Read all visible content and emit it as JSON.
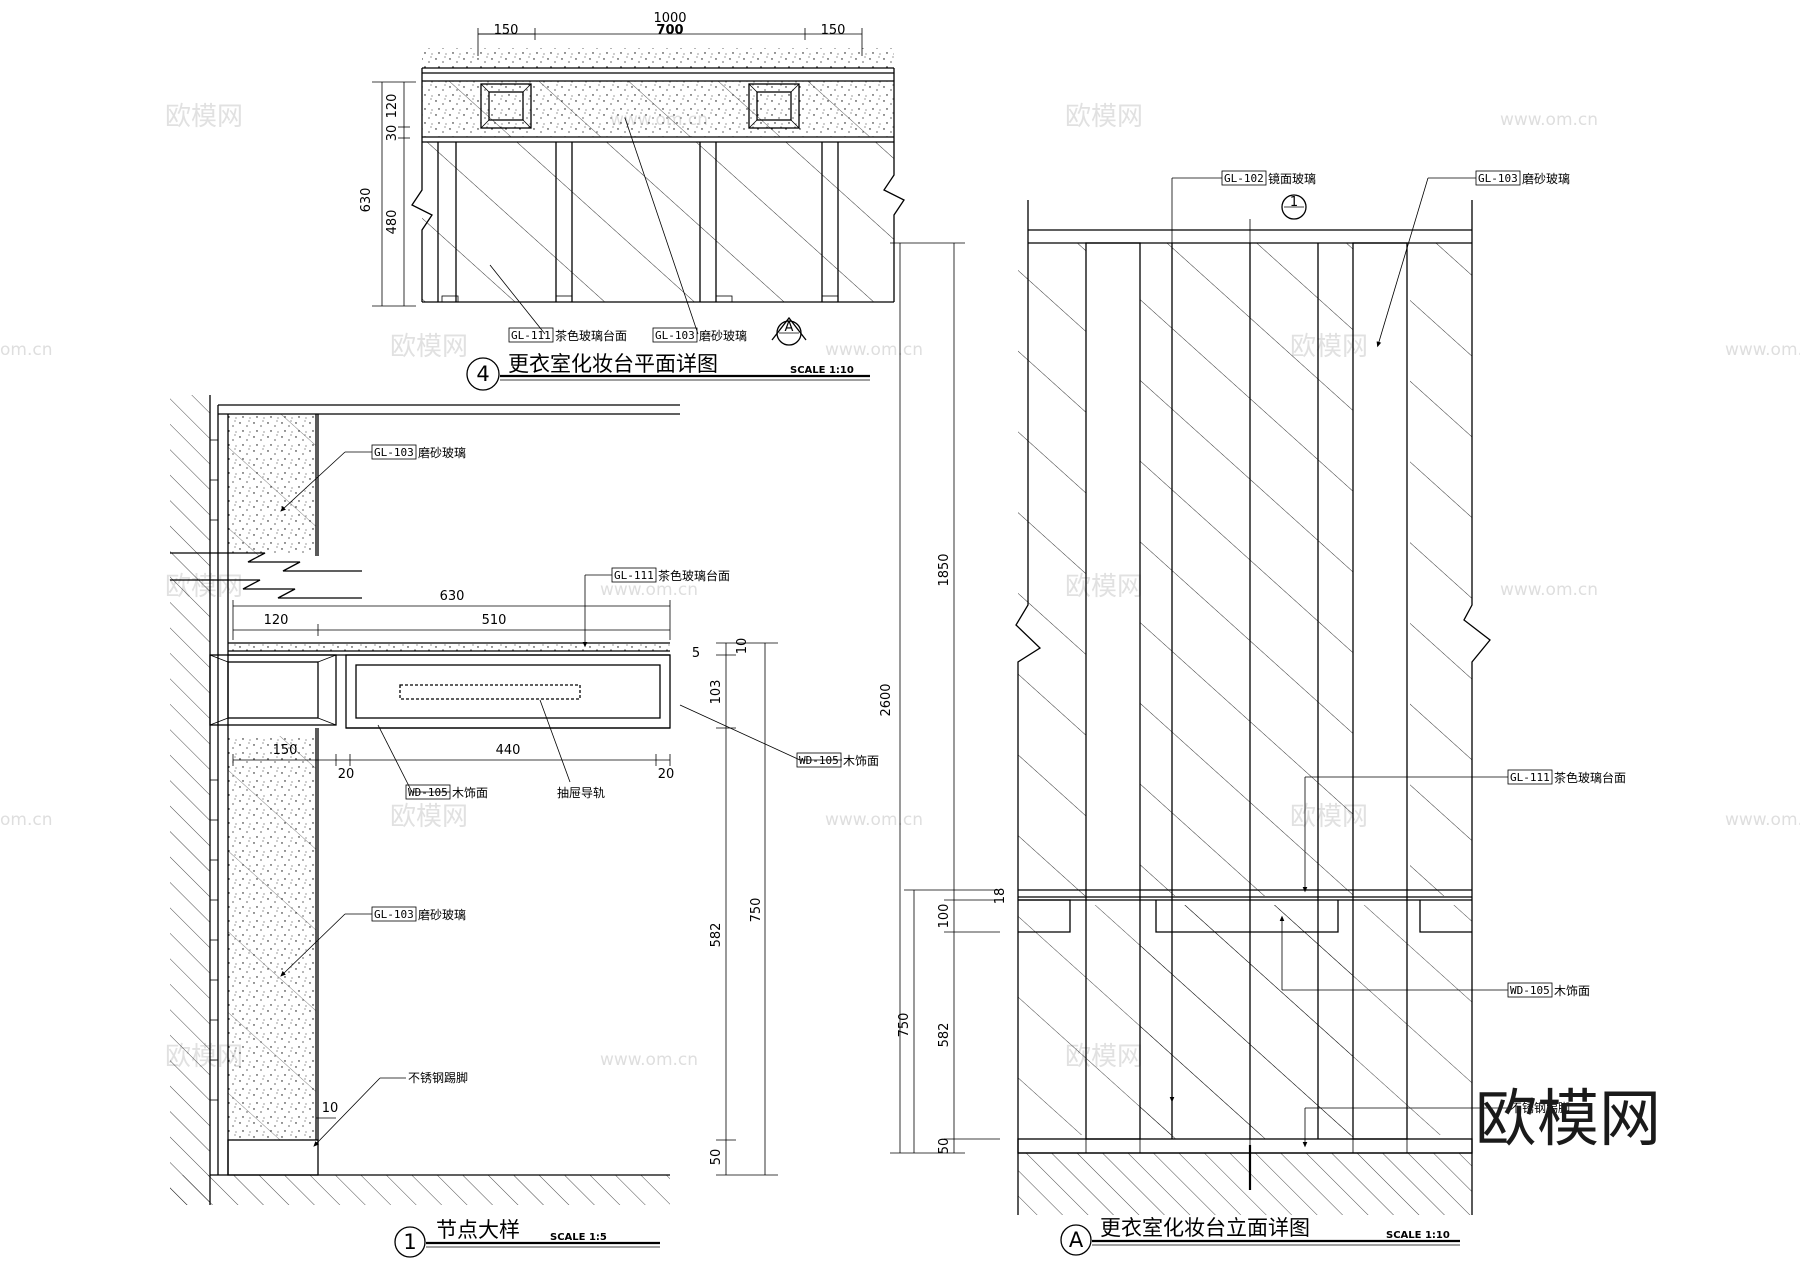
{
  "views": {
    "plan": {
      "number": "4",
      "title": "更衣室化妆台平面详图",
      "scale": "SCALE 1:10",
      "section_marker": "A",
      "dims": {
        "total": "1000",
        "left": "150",
        "mid": "700",
        "right": "150",
        "d630": "630",
        "d120": "120",
        "d30": "30",
        "d480": "480"
      },
      "tags": [
        {
          "code": "GL-111",
          "text": "茶色玻璃台面"
        },
        {
          "code": "GL-103",
          "text": "磨砂玻璃"
        }
      ]
    },
    "node": {
      "number": "1",
      "title": "节点大样",
      "scale": "SCALE 1:5",
      "dims": {
        "d630": "630",
        "d120": "120",
        "d510": "510",
        "d150": "150",
        "d440": "440",
        "d20a": "20",
        "d20b": "20",
        "d10": "10",
        "d5": "5",
        "d10b": "10",
        "d103": "103",
        "d582": "582",
        "d750": "750",
        "d50": "50"
      },
      "tags": [
        {
          "code": "GL-103",
          "text": "磨砂玻璃"
        },
        {
          "code": "GL-111",
          "text": "茶色玻璃台面"
        },
        {
          "code": "WD-105",
          "text": "木饰面"
        },
        {
          "code": "WD-105",
          "text": "木饰面"
        },
        {
          "code": "GL-103",
          "text": "磨砂玻璃"
        }
      ],
      "notes": {
        "rail": "抽屉导轨",
        "skirting": "不锈钢踢脚"
      }
    },
    "elevation": {
      "number": "A",
      "title": "更衣室化妆台立面详图",
      "scale": "SCALE 1:10",
      "section_marker": "1",
      "dims": {
        "d2600": "2600",
        "d1850": "1850",
        "d18": "18",
        "d100": "100",
        "d582": "582",
        "d750": "750",
        "d50": "50"
      },
      "tags": [
        {
          "code": "GL-102",
          "text": "镜面玻璃"
        },
        {
          "code": "GL-103",
          "text": "磨砂玻璃"
        },
        {
          "code": "GL-111",
          "text": "茶色玻璃台面"
        },
        {
          "code": "WD-105",
          "text": "木饰面"
        }
      ],
      "notes": {
        "skirting": "不锈钢踢脚"
      }
    }
  },
  "watermarks": {
    "text": "欧模网",
    "url": "www.om.cn",
    "url_short": "om.cn"
  },
  "brand": "欧模网"
}
